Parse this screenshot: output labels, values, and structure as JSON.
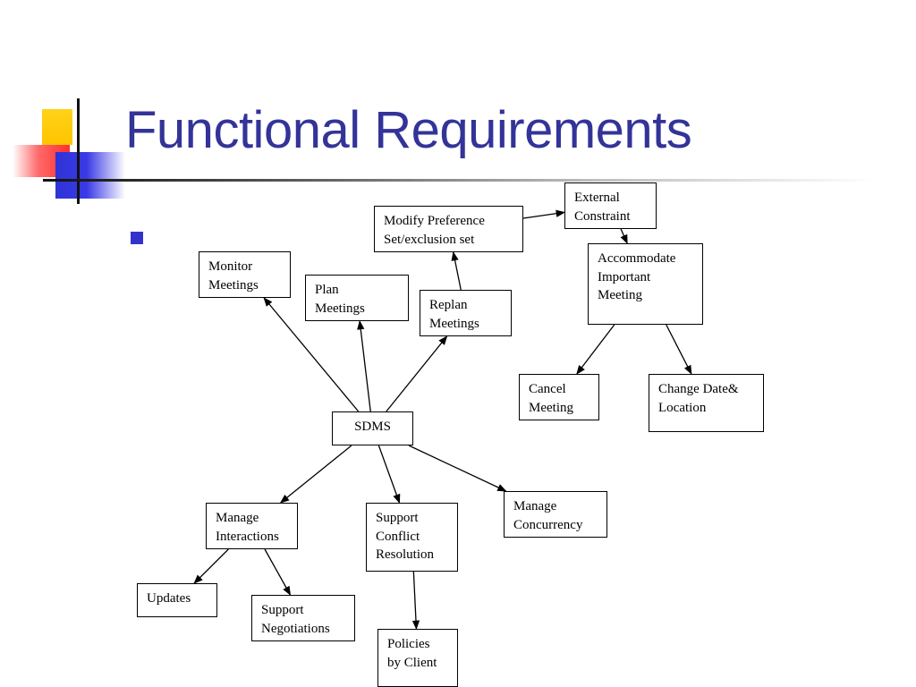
{
  "slide": {
    "title": "Functional Requirements"
  },
  "nodes": {
    "sdms": "SDMS",
    "monitor_meetings": "Monitor\nMeetings",
    "plan_meetings": "Plan\nMeetings",
    "replan_meetings": "Replan\nMeetings",
    "modify_preference": "Modify Preference\nSet/exclusion set",
    "external_constraint": "External\nConstraint",
    "accommodate_meeting": "Accommodate\nImportant\nMeeting",
    "cancel_meeting": "Cancel\nMeeting",
    "change_date_location": "Change Date&\nLocation",
    "manage_interactions": "Manage\nInteractions",
    "support_conflict_resolution": "Support\nConflict\nResolution",
    "manage_concurrency": "Manage\nConcurrency",
    "updates": "Updates",
    "support_negotiations": "Support\nNegotiations",
    "policies_by_client": "Policies\nby Client"
  },
  "colors": {
    "title": "#333399",
    "bullet": "#3333cc",
    "accent_yellow": "#ffc400",
    "accent_red": "#ff3b3b",
    "accent_blue": "#3333dd"
  },
  "edges": [
    [
      "sdms",
      "monitor_meetings"
    ],
    [
      "sdms",
      "plan_meetings"
    ],
    [
      "sdms",
      "replan_meetings"
    ],
    [
      "replan_meetings",
      "modify_preference"
    ],
    [
      "modify_preference",
      "external_constraint"
    ],
    [
      "external_constraint",
      "accommodate_meeting"
    ],
    [
      "accommodate_meeting",
      "cancel_meeting"
    ],
    [
      "accommodate_meeting",
      "change_date_location"
    ],
    [
      "sdms",
      "manage_interactions"
    ],
    [
      "sdms",
      "support_conflict_resolution"
    ],
    [
      "sdms",
      "manage_concurrency"
    ],
    [
      "manage_interactions",
      "updates"
    ],
    [
      "manage_interactions",
      "support_negotiations"
    ],
    [
      "support_conflict_resolution",
      "policies_by_client"
    ]
  ]
}
